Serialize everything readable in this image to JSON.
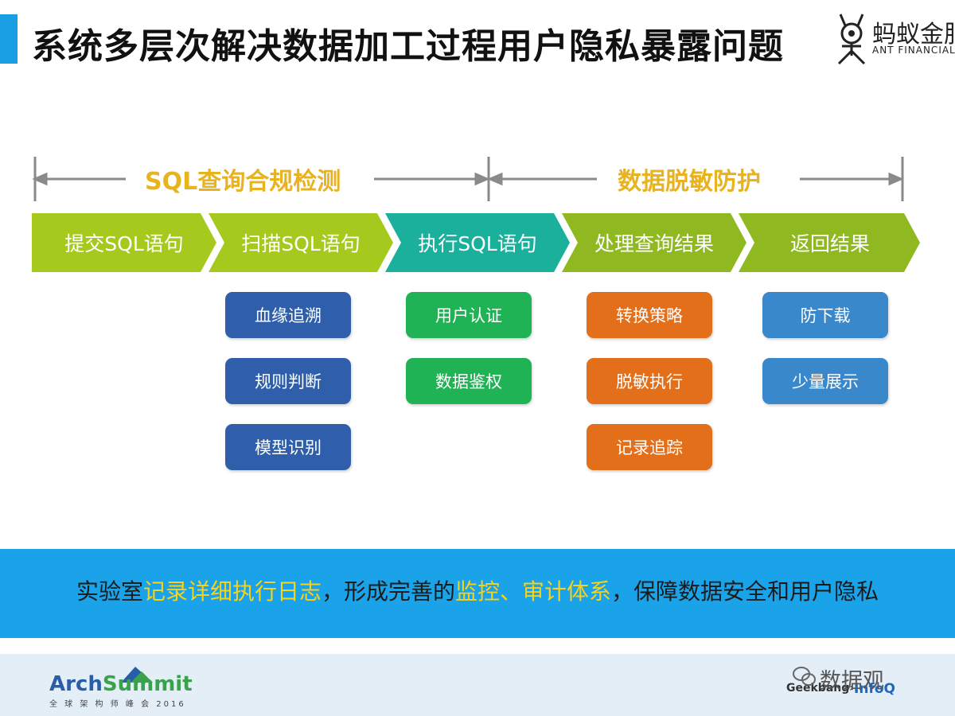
{
  "title": "系统多层次解决数据加工过程用户隐私暴露问题",
  "logo": {
    "cn": "蚂蚁金服",
    "en": "ANT FINANCIAL"
  },
  "phases": [
    {
      "label": "SQL查询合规检测"
    },
    {
      "label": "数据脱敏防护"
    }
  ],
  "steps": [
    {
      "label": "提交SQL语句",
      "color": "#a6c91e"
    },
    {
      "label": "扫描SQL语句",
      "color": "#a6c91e"
    },
    {
      "label": "执行SQL语句",
      "color": "#1ab09c"
    },
    {
      "label": "处理查询结果",
      "color": "#8fb821"
    },
    {
      "label": "返回结果",
      "color": "#8fb821"
    }
  ],
  "columns": {
    "scan": [
      "血缘追溯",
      "规则判断",
      "模型识别"
    ],
    "execute": [
      "用户认证",
      "数据鉴权"
    ],
    "process": [
      "转换策略",
      "脱敏执行",
      "记录追踪"
    ],
    "return": [
      "防下载",
      "少量展示"
    ]
  },
  "banner": {
    "part1": "实验室",
    "part2": "记录详细执行日志",
    "part3": "，形成完善的",
    "part4": "监控、审计体系",
    "part5": "，保障数据安全和用户隐私"
  },
  "footer": {
    "event_a": "Arch",
    "event_b": "Summit",
    "event_sub": "全 球 架 构 师 峰 会 2016",
    "org1": "Geekbang›.",
    "org2": "InfoQ",
    "watermark": "数据观"
  }
}
